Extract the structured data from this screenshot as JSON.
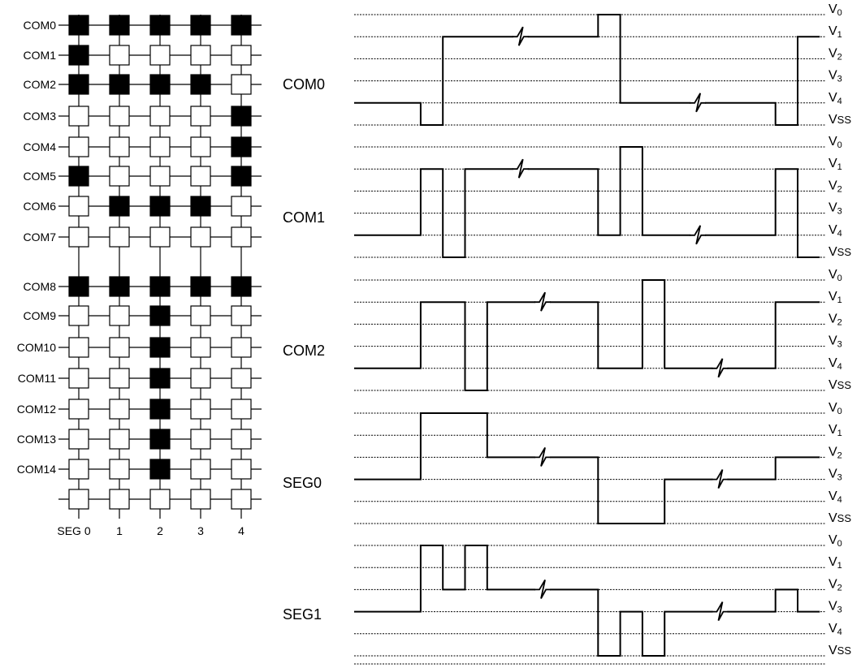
{
  "matrix": {
    "rows": [
      "COM0",
      "COM1",
      "COM2",
      "COM3",
      "COM4",
      "COM5",
      "COM6",
      "COM7",
      "COM8",
      "COM9",
      "COM10",
      "COM11",
      "COM12",
      "COM13",
      "COM14",
      ""
    ],
    "columns": [
      "SEG 0",
      "1",
      "2",
      "3",
      "4"
    ],
    "lit": [
      [
        1,
        1,
        1,
        1,
        1
      ],
      [
        1,
        0,
        0,
        0,
        0
      ],
      [
        1,
        1,
        1,
        1,
        0
      ],
      [
        0,
        0,
        0,
        0,
        1
      ],
      [
        0,
        0,
        0,
        0,
        1
      ],
      [
        1,
        0,
        0,
        0,
        1
      ],
      [
        0,
        1,
        1,
        1,
        0
      ],
      [
        0,
        0,
        0,
        0,
        0
      ],
      [
        1,
        1,
        1,
        1,
        1
      ],
      [
        0,
        0,
        1,
        0,
        0
      ],
      [
        0,
        0,
        1,
        0,
        0
      ],
      [
        0,
        0,
        1,
        0,
        0
      ],
      [
        0,
        0,
        1,
        0,
        0
      ],
      [
        0,
        0,
        1,
        0,
        0
      ],
      [
        0,
        0,
        1,
        0,
        0
      ],
      [
        0,
        0,
        0,
        0,
        0
      ]
    ]
  },
  "waveforms": {
    "level_labels": [
      {
        "main": "V",
        "sub": "0"
      },
      {
        "main": "V",
        "sub": "1"
      },
      {
        "main": "V",
        "sub": "2"
      },
      {
        "main": "V",
        "sub": "3"
      },
      {
        "main": "V",
        "sub": "4"
      },
      {
        "main": "V",
        "sub": "SS"
      }
    ],
    "channels": [
      {
        "name": "COM0",
        "points": [
          [
            0,
            4
          ],
          [
            3,
            4
          ],
          [
            3,
            5
          ],
          [
            4,
            5
          ],
          [
            4,
            1
          ],
          [
            11,
            1
          ],
          [
            11,
            0
          ],
          [
            12,
            0
          ],
          [
            12,
            4
          ],
          [
            19,
            4
          ],
          [
            19,
            5
          ],
          [
            20,
            5
          ],
          [
            20,
            1
          ],
          [
            21,
            1
          ]
        ],
        "breaks": [
          7.5,
          15.5
        ]
      },
      {
        "name": "COM1",
        "points": [
          [
            0,
            4
          ],
          [
            3,
            4
          ],
          [
            3,
            1
          ],
          [
            4,
            1
          ],
          [
            4,
            5
          ],
          [
            5,
            5
          ],
          [
            5,
            1
          ],
          [
            11,
            1
          ],
          [
            11,
            4
          ],
          [
            12,
            4
          ],
          [
            12,
            0
          ],
          [
            13,
            0
          ],
          [
            13,
            4
          ],
          [
            19,
            4
          ],
          [
            19,
            1
          ],
          [
            20,
            1
          ],
          [
            20,
            5
          ],
          [
            21,
            5
          ]
        ],
        "breaks": [
          7.5,
          15.5
        ]
      },
      {
        "name": "COM2",
        "points": [
          [
            0,
            4
          ],
          [
            3,
            4
          ],
          [
            3,
            1
          ],
          [
            5,
            1
          ],
          [
            5,
            5
          ],
          [
            6,
            5
          ],
          [
            6,
            1
          ],
          [
            11,
            1
          ],
          [
            11,
            4
          ],
          [
            13,
            4
          ],
          [
            13,
            0
          ],
          [
            14,
            0
          ],
          [
            14,
            4
          ],
          [
            19,
            4
          ],
          [
            19,
            1
          ],
          [
            21,
            1
          ]
        ],
        "breaks": [
          8.5,
          16.5
        ]
      },
      {
        "name": "SEG0",
        "points": [
          [
            0,
            3
          ],
          [
            3,
            3
          ],
          [
            3,
            0
          ],
          [
            6,
            0
          ],
          [
            6,
            2
          ],
          [
            11,
            2
          ],
          [
            11,
            5
          ],
          [
            14,
            5
          ],
          [
            14,
            3
          ],
          [
            19,
            3
          ],
          [
            19,
            2
          ],
          [
            21,
            2
          ]
        ],
        "breaks": [
          8.5,
          16.5
        ]
      },
      {
        "name": "SEG1",
        "points": [
          [
            0,
            3
          ],
          [
            3,
            3
          ],
          [
            3,
            0
          ],
          [
            4,
            0
          ],
          [
            4,
            2
          ],
          [
            5,
            2
          ],
          [
            5,
            0
          ],
          [
            6,
            0
          ],
          [
            6,
            2
          ],
          [
            11,
            2
          ],
          [
            11,
            5
          ],
          [
            12,
            5
          ],
          [
            12,
            3
          ],
          [
            13,
            3
          ],
          [
            13,
            5
          ],
          [
            14,
            5
          ],
          [
            14,
            3
          ],
          [
            19,
            3
          ],
          [
            19,
            2
          ],
          [
            20,
            2
          ],
          [
            20,
            3
          ],
          [
            21,
            3
          ]
        ],
        "breaks": [
          8.5,
          16.5
        ]
      }
    ]
  }
}
